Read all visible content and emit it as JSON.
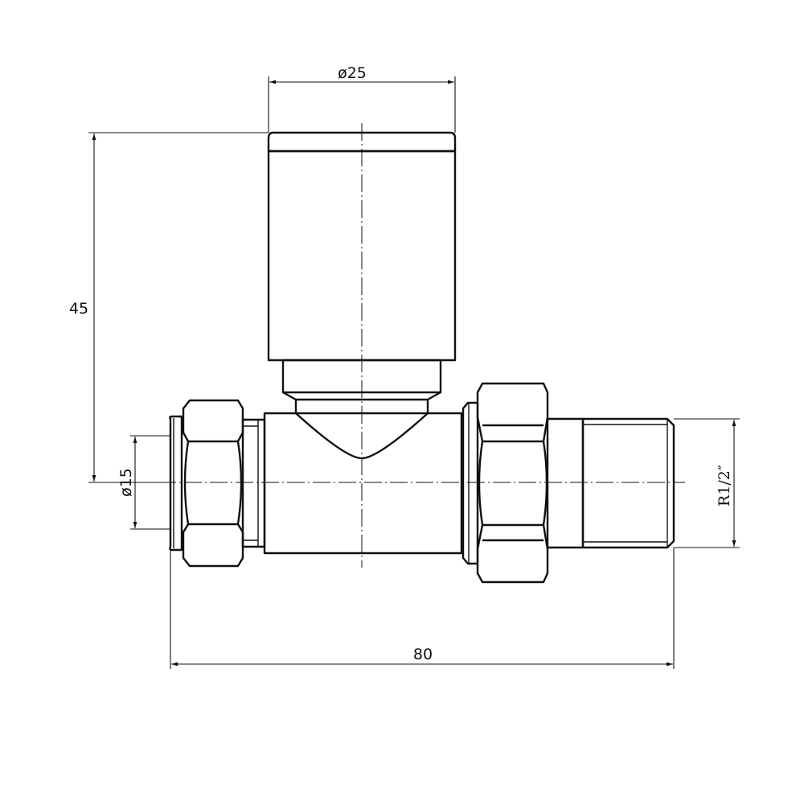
{
  "dimensions": {
    "cap_diameter": "ø25",
    "height": "45",
    "pipe_diameter": "ø15",
    "length": "80",
    "thread": "R1/2″"
  },
  "colors": {
    "line": "#111111",
    "background": "#ffffff"
  }
}
